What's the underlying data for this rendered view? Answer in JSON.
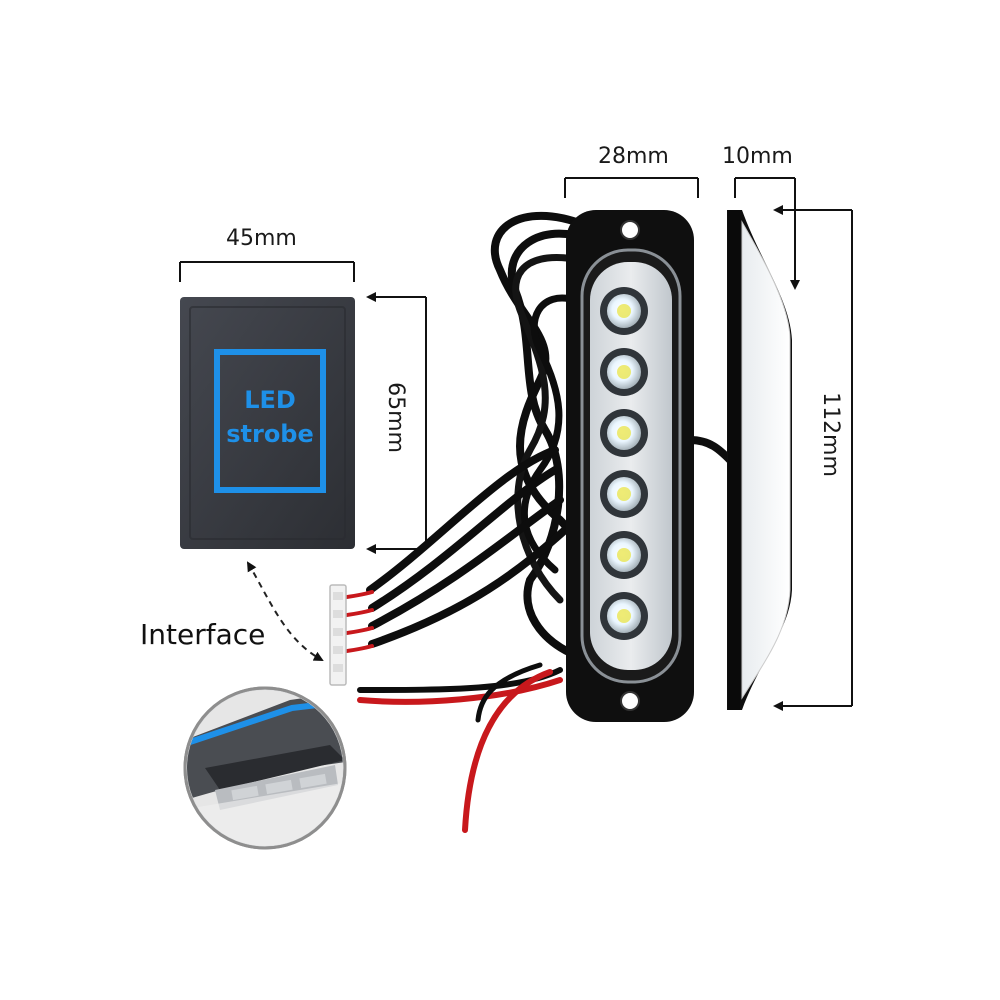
{
  "dimensions": {
    "controller_width": "45mm",
    "controller_height": "65mm",
    "light_width": "28mm",
    "light_depth": "10mm",
    "light_length": "112mm"
  },
  "controller": {
    "label_line1": "LED",
    "label_line2": "strobe"
  },
  "interface_label": "Interface",
  "colors": {
    "controller_body": "#3a3d42",
    "controller_frame": "#1e90e8",
    "housing": "#111111",
    "wire_black": "#0d0d0d",
    "wire_red": "#c8181c",
    "led_white": "#f4fbff",
    "led_yellow": "#e8e23a"
  },
  "leds": 6
}
